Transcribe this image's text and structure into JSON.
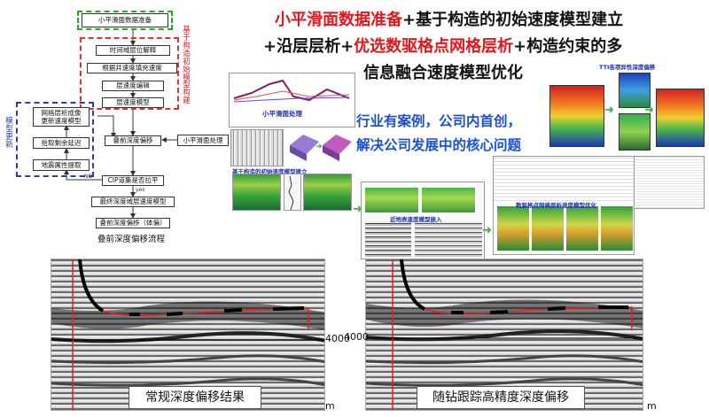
{
  "flowchart": {
    "boxes": {
      "data_prep": "小平滑面数据准备",
      "time_interp": "时间域层位解释",
      "well_fill": "根据井速度填充速度",
      "layer_edit": "层速度编辑",
      "layer_model": "层速度模型",
      "prestack_mig": "叠前深度偏移",
      "smooth_proc": "小平滑面处理",
      "grid_tomo": "网格层析成像\n更新速度模型",
      "residual_delay": "拾取剩余延迟",
      "attr_extract": "地震属性提取",
      "cip_check": "CIP道集是否拉平",
      "final_model": "最终深度域层速度模型",
      "final_mig": "叠前深度偏移（体偏）"
    },
    "yes_label": "yes",
    "no_label": "NO",
    "red_side_text": "基于构造初始模型构建",
    "blue_side_text": "模型更新",
    "caption": "叠前深度偏移流程"
  },
  "headline": {
    "line1_red": "小平滑面数据准备",
    "line1_rest": "+基于构造的初始速度模型建立",
    "line2_a": "+沿层层析+",
    "line2_red": "优选数驱格点网格层析",
    "line2_b": "+构造约束的多",
    "line3": "信息融合速度模型优化",
    "tagline1": "行业有案例，公司内首创，",
    "tagline2": "解决公司发展中的核心问题"
  },
  "panels": {
    "smooth_title": "小平滑面处理",
    "initial_title": "基于构造的初始速度模型建立",
    "nearsurface_title": "近地表速度模型嵌入",
    "grid_tomo_title": "数驱格点网格层析速度模型优化",
    "tti_title": "TTI各项异性深度偏移"
  },
  "seismic": {
    "left_caption": "常规深度偏移结果",
    "right_caption": "随钻跟踪高精度深度偏移",
    "depth_tick": "4000",
    "unit": "m"
  },
  "colors": {
    "red_accent": "#e8141c",
    "blue_accent": "#1a5ad8",
    "green_dash": "#22aa22",
    "blue_dash": "#2b3bb8"
  }
}
